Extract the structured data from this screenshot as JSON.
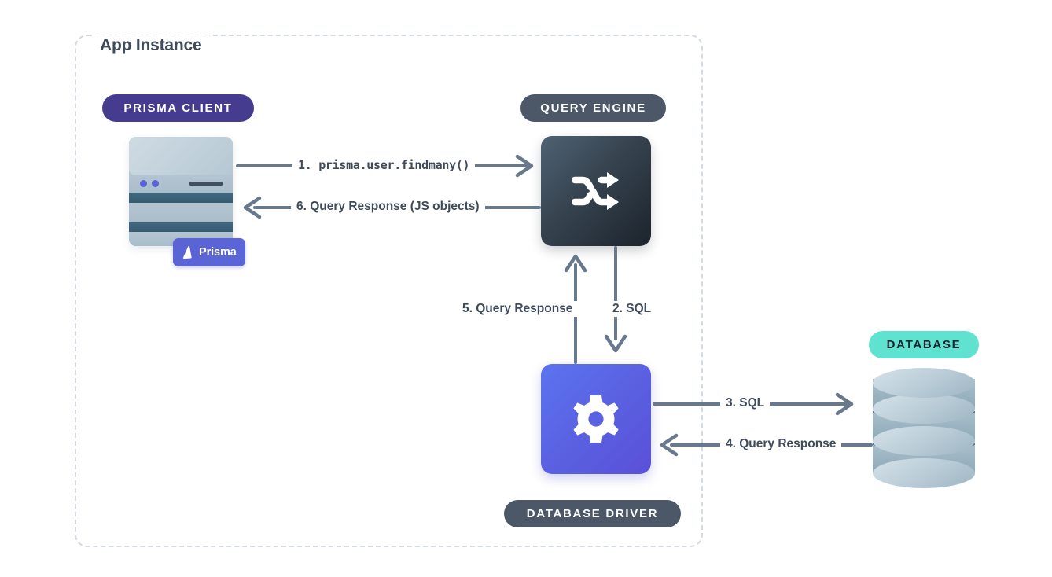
{
  "diagram": {
    "title": "App Instance",
    "boundary_label": "App Instance",
    "colors": {
      "prisma_client_badge": "#463c8f",
      "query_engine_badge": "#4c5768",
      "database_driver_badge": "#4c5768",
      "database_badge": "#5fe3d0",
      "database_badge_text": "#17212f",
      "connector": "#68798e",
      "boundary_dash": "#d3dae4",
      "label_text": "#3f4a5a",
      "engine_box_gradient_from": "#4e6273",
      "engine_box_gradient_to": "#1c232c",
      "driver_box_gradient_from": "#5b74ef",
      "driver_box_gradient_to": "#5b50d8",
      "prisma_chip": "#5b63d4"
    },
    "nodes": {
      "prisma_client": {
        "badge": "PRISMA CLIENT",
        "chip_label": "Prisma",
        "chip_icon": "prisma-logo-icon",
        "card_icon": "stacked-server-card-icon"
      },
      "query_engine": {
        "badge": "QUERY ENGINE",
        "icon": "shuffle-icon"
      },
      "database_driver": {
        "badge": "DATABASE DRIVER",
        "icon": "gear-icon"
      },
      "database": {
        "badge": "DATABASE",
        "icon": "database-cylinder-icon"
      }
    },
    "edges": [
      {
        "id": "1",
        "label": "1. prisma.user.findmany()",
        "from": "prisma_client",
        "to": "query_engine",
        "direction": "right",
        "mono": true
      },
      {
        "id": "6",
        "label": "6. Query Response (JS objects)",
        "from": "query_engine",
        "to": "prisma_client",
        "direction": "left",
        "mono": false
      },
      {
        "id": "2",
        "label": "2. SQL",
        "from": "query_engine",
        "to": "database_driver",
        "direction": "down",
        "mono": false
      },
      {
        "id": "5",
        "label": "5. Query Response",
        "from": "database_driver",
        "to": "query_engine",
        "direction": "up",
        "mono": false
      },
      {
        "id": "3",
        "label": "3. SQL",
        "from": "database_driver",
        "to": "database",
        "direction": "right",
        "mono": false
      },
      {
        "id": "4",
        "label": "4. Query Response",
        "from": "database",
        "to": "database_driver",
        "direction": "left",
        "mono": false
      }
    ]
  }
}
